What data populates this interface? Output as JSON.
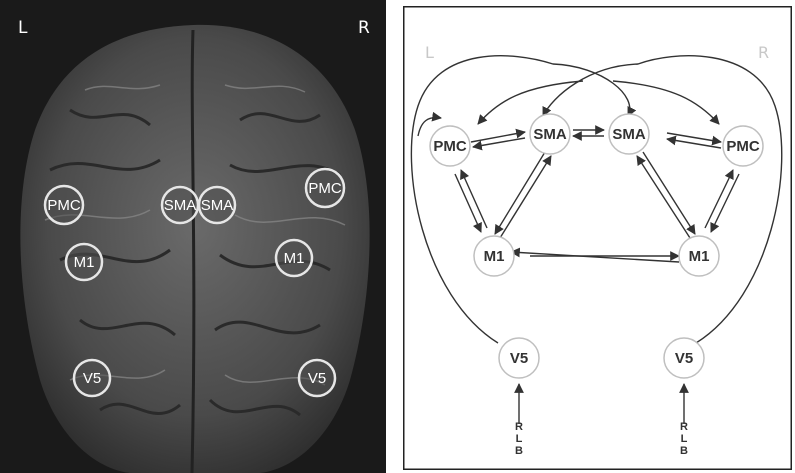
{
  "brain_panel": {
    "left_marker": "L",
    "right_marker": "R",
    "regions": {
      "pmc_left": "PMC",
      "sma_left": "SMA",
      "sma_right": "SMA",
      "pmc_right": "PMC",
      "m1_left": "M1",
      "m1_right": "M1",
      "v5_left": "V5",
      "v5_right": "V5"
    }
  },
  "network_panel": {
    "left_marker": "L",
    "right_marker": "R",
    "nodes": {
      "pmc_left": "PMC",
      "sma_left": "SMA",
      "sma_right": "SMA",
      "pmc_right": "PMC",
      "m1_left": "M1",
      "m1_right": "M1",
      "v5_left": "V5",
      "v5_right": "V5"
    },
    "input_left": [
      "R",
      "L",
      "B"
    ],
    "input_right": [
      "R",
      "L",
      "B"
    ]
  },
  "colors": {
    "brain_background": "#1a1a1a",
    "roi_ring": "#e6e6e6",
    "diagram_line": "#333333",
    "node_ring": "#bfbfbf"
  }
}
